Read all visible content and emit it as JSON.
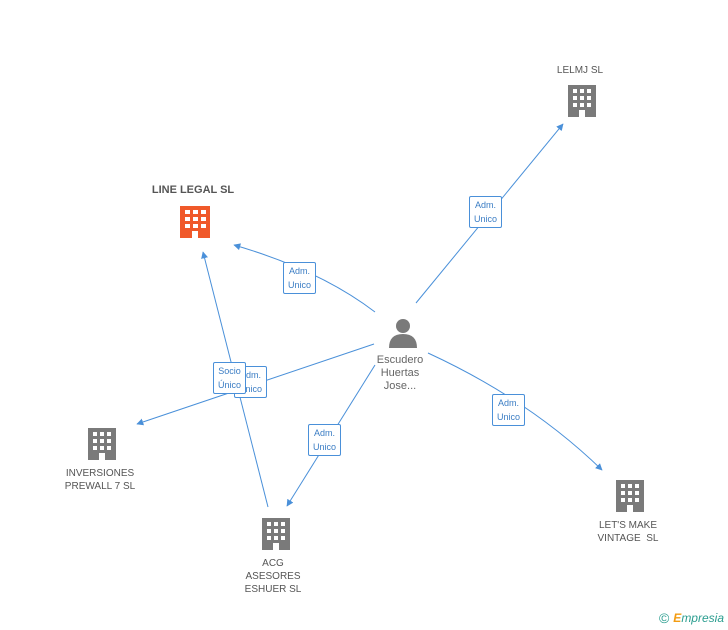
{
  "nodes": {
    "line_legal": {
      "label": "LINE LEGAL SL"
    },
    "lelmj": {
      "label": "LELMJ SL"
    },
    "inversiones": {
      "line1": "INVERSIONES",
      "line2": "PREWALL 7 SL"
    },
    "acg": {
      "line1": "ACG",
      "line2": "ASESORES",
      "line3": "ESHUER SL"
    },
    "letsmake": {
      "line1": "LET'S MAKE",
      "line2": "VINTAGE  SL"
    },
    "person": {
      "line1": "Escudero",
      "line2": "Huertas",
      "line3": "Jose..."
    }
  },
  "edges": {
    "to_line_legal": {
      "line1": "Adm.",
      "line2": "Unico"
    },
    "to_lelmj": {
      "line1": "Adm.",
      "line2": "Unico"
    },
    "to_inversiones": {
      "line1": "Adm.",
      "line2": "Unico"
    },
    "to_acg": {
      "line1": "Adm.",
      "line2": "Unico"
    },
    "to_letsmake": {
      "line1": "Adm.",
      "line2": "Unico"
    },
    "acg_to_line_legal": {
      "line1": "Socio",
      "line2": "Único"
    }
  },
  "footer": {
    "copyright": "©",
    "brand_e": "E",
    "brand_rest": "mpresia"
  },
  "colors": {
    "edge": "#4a90d9",
    "building": "#7a7a7a",
    "focus_building": "#f0592a",
    "person": "#7a7a7a"
  }
}
